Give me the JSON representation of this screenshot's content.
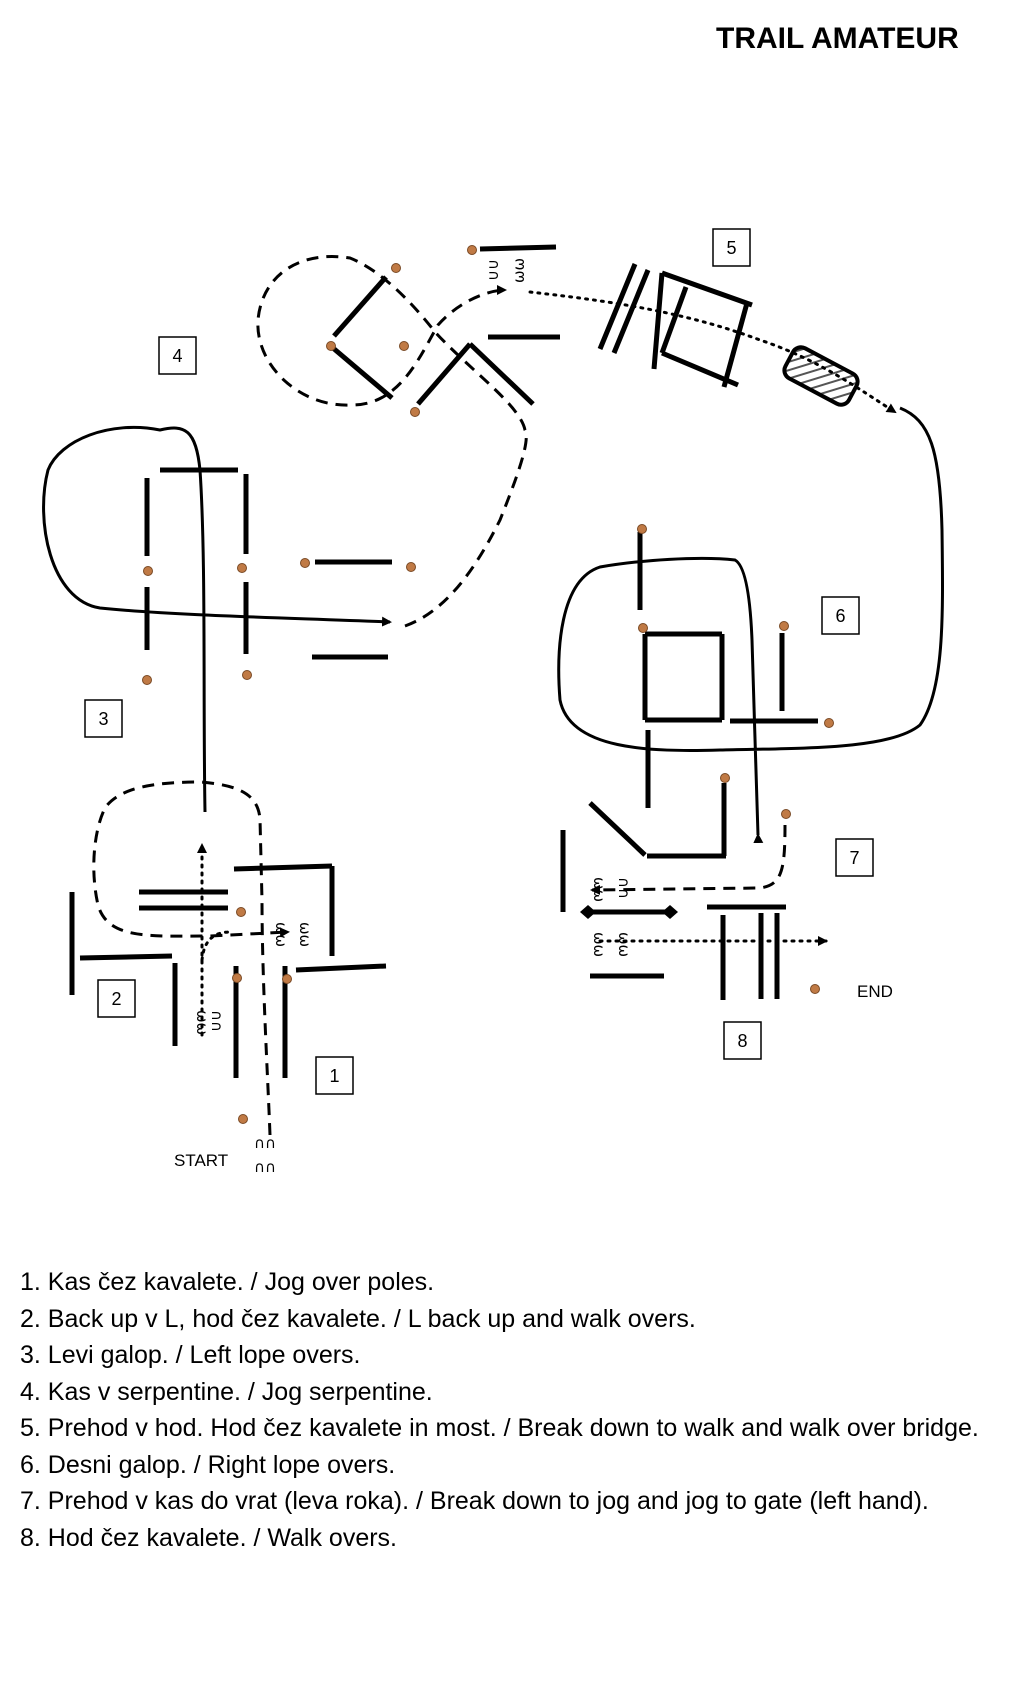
{
  "title": "TRAIL AMATEUR",
  "obstacle_numbers": [
    "1",
    "2",
    "3",
    "4",
    "5",
    "6",
    "7",
    "8"
  ],
  "start_label": "START",
  "end_label": "END",
  "hoof_marks": {
    "walk": "∪∪",
    "jog": "∩∩",
    "lope": "ωω"
  },
  "instructions": [
    "1. Kas čez kavalete. / Jog over poles.",
    "2. Back up v L, hod čez kavalete. / L back up and walk overs.",
    "3. Levi galop. / Left lope overs.",
    "4. Kas v serpentine. / Jog serpentine.",
    "5. Prehod v hod. Hod čez kavalete in most. / Break down to walk and walk over bridge.",
    "6. Desni galop. / Right lope overs.",
    "7. Prehod v kas do vrat (leva roka). / Break down to jog and jog to gate (left hand).",
    "8. Hod čez kavalete. / Walk overs."
  ],
  "colors": {
    "cone": "#c07a45",
    "line": "#000000",
    "bridge_fill": "#bfbfbf"
  }
}
